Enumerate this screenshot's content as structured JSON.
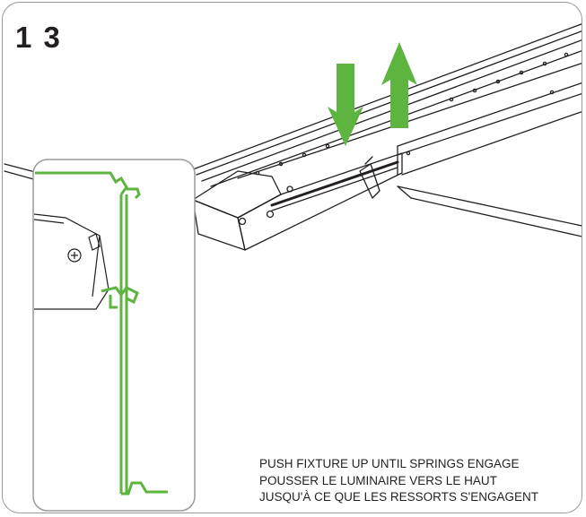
{
  "step": {
    "number": "1 3"
  },
  "instructions": {
    "line_en": "PUSH FIXTURE UP UNTIL SPRINGS ENGAGE",
    "line_fr_1": "POUSSER LE LUMINAIRE VERS LE HAUT",
    "line_fr_2": "JUSQU'À CE QUE LES RESSORTS S'ENGAGENT"
  },
  "colors": {
    "frame_border": "#9a9a9a",
    "arrow_green": "#5db43f",
    "profile_green": "#5db43f",
    "line_art": "#231f20"
  },
  "icons": [
    "push-down-arrow-icon",
    "push-up-arrow-icon",
    "screw-icon"
  ]
}
